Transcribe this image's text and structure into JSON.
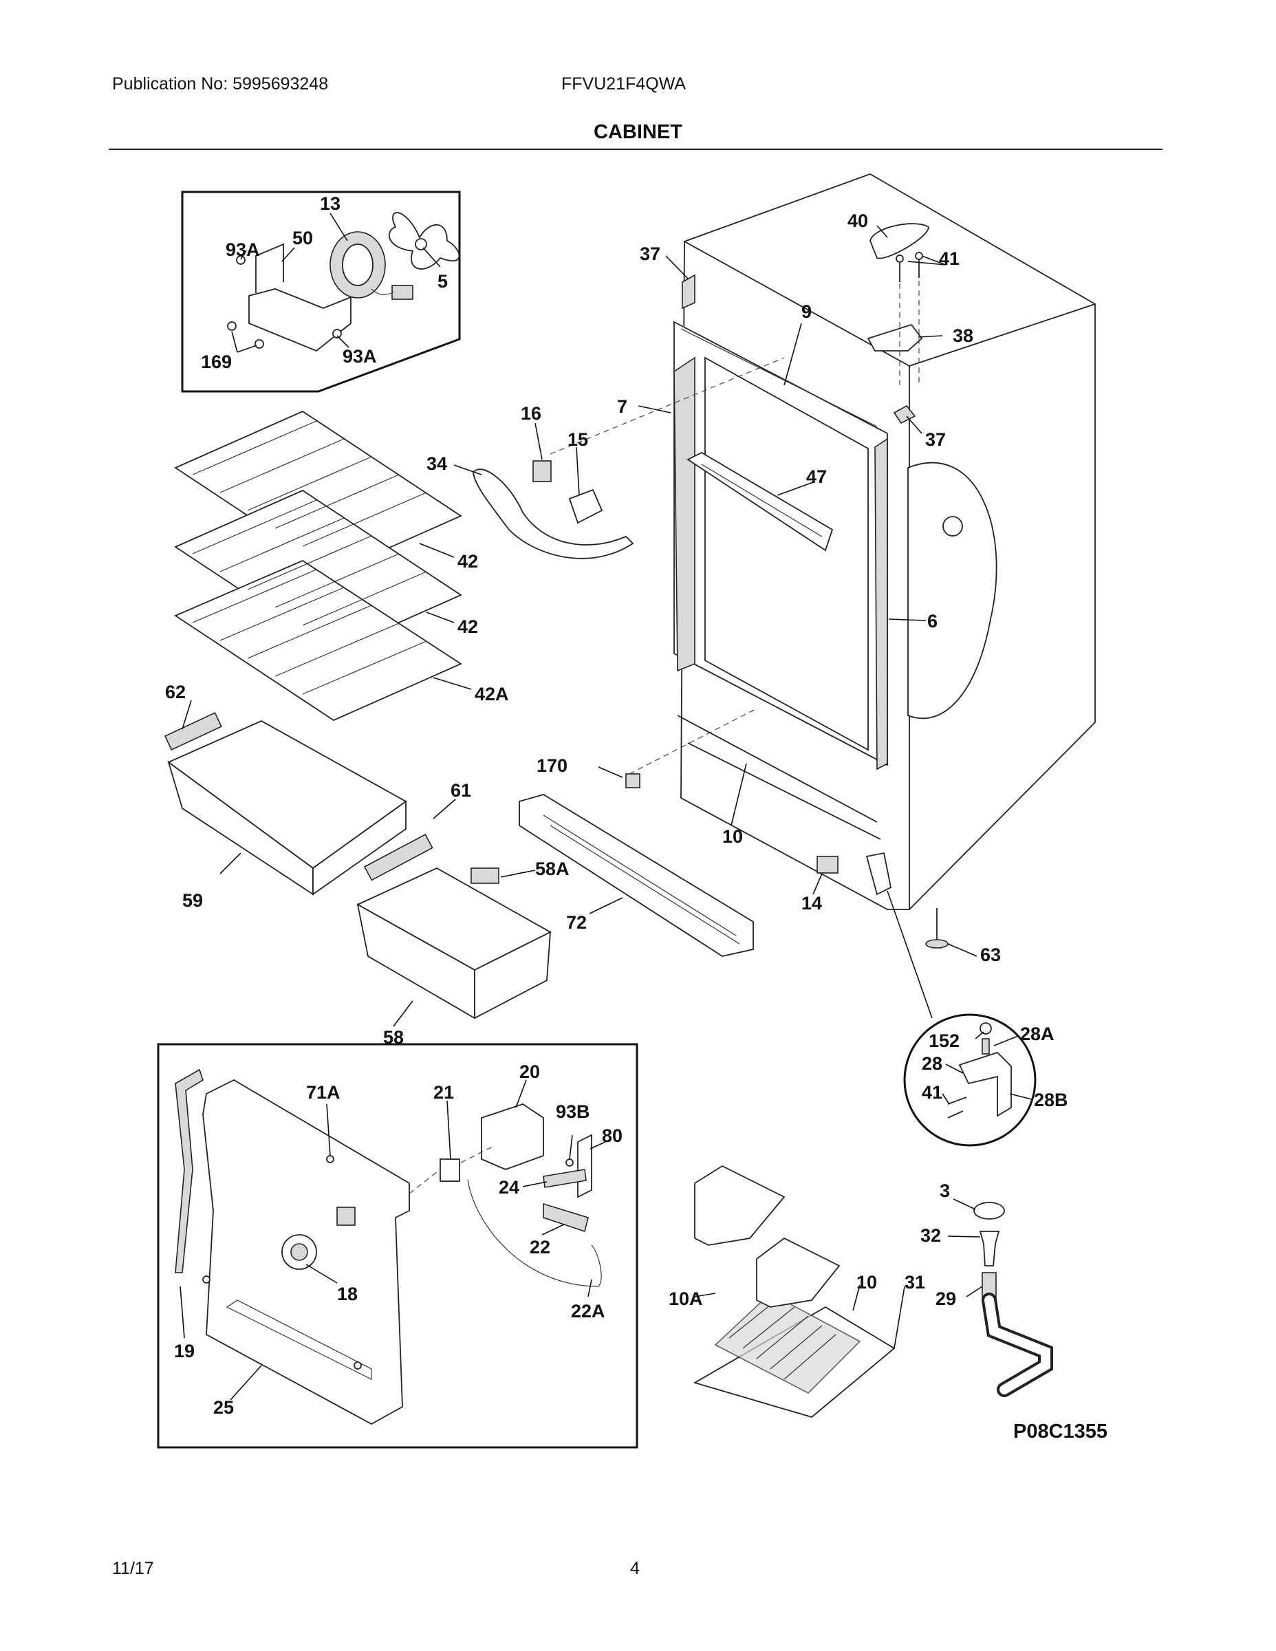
{
  "header": {
    "publication": "Publication No:  5995693248",
    "model": "FFVU21F4QWA",
    "section_title": "CABINET"
  },
  "footer": {
    "date": "11/17",
    "page_number": "4"
  },
  "diagram": {
    "code": "P08C1355",
    "callouts": {
      "c13": "13",
      "c93A_1": "93A",
      "c50": "50",
      "c5": "5",
      "c169": "169",
      "c93A_2": "93A",
      "c40": "40",
      "c41_1": "41",
      "c37_1": "37",
      "c9": "9",
      "c38": "38",
      "c7": "7",
      "c37_2": "37",
      "c16": "16",
      "c15": "15",
      "c34": "34",
      "c47": "47",
      "c6": "6",
      "c42_1": "42",
      "c42_2": "42",
      "c42A": "42A",
      "c62": "62",
      "c170": "170",
      "c10_1": "10",
      "c61": "61",
      "c58A": "58A",
      "c59": "59",
      "c72": "72",
      "c14": "14",
      "c63": "63",
      "c58": "58",
      "c152": "152",
      "c28A": "28A",
      "c28": "28",
      "c41_2": "41",
      "c28B": "28B",
      "c71A": "71A",
      "c21": "21",
      "c20": "20",
      "c93B": "93B",
      "c80": "80",
      "c24": "24",
      "c22": "22",
      "c18": "18",
      "c22A": "22A",
      "c19": "19",
      "c25": "25",
      "c3": "3",
      "c32": "32",
      "c31": "31",
      "c10_2": "10",
      "c10A": "10A",
      "c29": "29"
    }
  }
}
